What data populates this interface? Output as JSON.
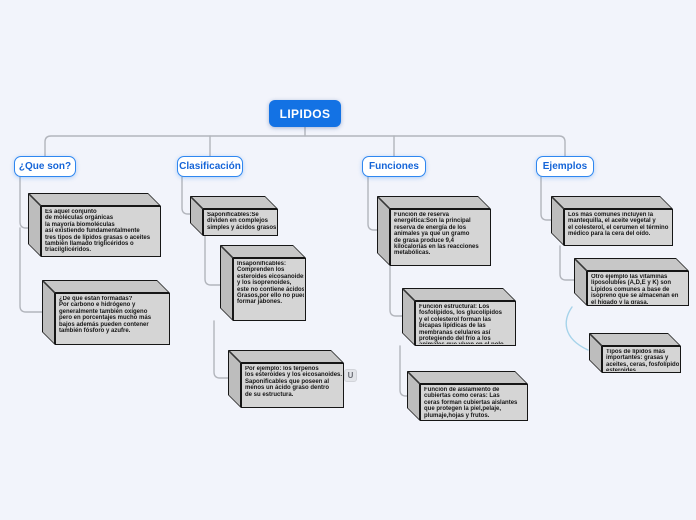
{
  "root": {
    "label": "LIPIDOS"
  },
  "colors": {
    "accent_blue": "#1372e4",
    "label_text_blue": "#1565d8",
    "connector_gray": "#b2b5bc",
    "connector_light_blue": "#a6d3ea",
    "box_fill": "#d5d5d5",
    "background": "#f2f4fb"
  },
  "icons": {
    "note_icon": "U"
  },
  "branches": [
    {
      "label": "¿Que son?",
      "nodes": [
        {
          "text": "Es aquel conjunto\nde moléculas orgánicas\nla mayoría biomoléculas\nasí existiendo fundamentalmente\ntres tipos de lípidos grasas o aceites\ntambién llamado triglicéridos o\ntriacilglicéridos."
        },
        {
          "text": "¿De que están formadas?\nPor carbono e hidrógeno y\ngeneralmente también oxígeno\npero en porcentajes mucho más\nbajos además pueden contener\ntambién fósforo y azufre."
        }
      ]
    },
    {
      "label": "Clasificación",
      "nodes": [
        {
          "text": "Saponificables:Se\ndividen en complejos\nsimples y ácidos grasos"
        },
        {
          "text": "Insaponificables:\nComprenden los\nesteroides eicosanoides\ny los isoprenoides,\neste no contiene ácidos\nGrasos,por ello no pueden\nformar jabones."
        },
        {
          "text": "Por ejemplo: los terpenos\nlos esteroides y los eicosanoides.\nSaponificables que poseen al\nmenos un ácido graso dentro\nde su estructura."
        }
      ]
    },
    {
      "label": "Funciones",
      "nodes": [
        {
          "text": "Función de reserva\nenergética:Son la principal\nreserva de energía de los\nanimales ya que un gramo\nde grasa produce 9,4\nkilocalorías en las reacciones\nmetabólicas."
        },
        {
          "text": "Función estructural: Los\nfosfolípidos, los glucolípidos\ny el colesterol forman las\nbicapas lipídicas de las\nmembranas celulares así\nprotegiendo del frío a los\nanimales que viven en el polo."
        },
        {
          "text": "Función de aislamiento de\ncubiertas como ceras: Las\nceras forman cubiertas aislantes\nque protegen la piel,pelaje,\nplumaje,hojas y frutos."
        }
      ]
    },
    {
      "label": "Ejemplos",
      "nodes": [
        {
          "text": "Los más comunes incluyen la\nmantequilla, el aceite vegetal y\nel colesterol, el cerumen el término\nmédico para la cera del oído."
        },
        {
          "text": "Otro ejemplo las vitaminas\nliposolubles (A,D,E y K) son\nLípidos comunes a base de\nisopreno que se almacenan en\nel hígado y la grasa."
        },
        {
          "text": "Tipos de lípidos más\nimportantes: grasas y\naceites, ceras, fosfolípidos,\nesteroides."
        }
      ]
    }
  ]
}
